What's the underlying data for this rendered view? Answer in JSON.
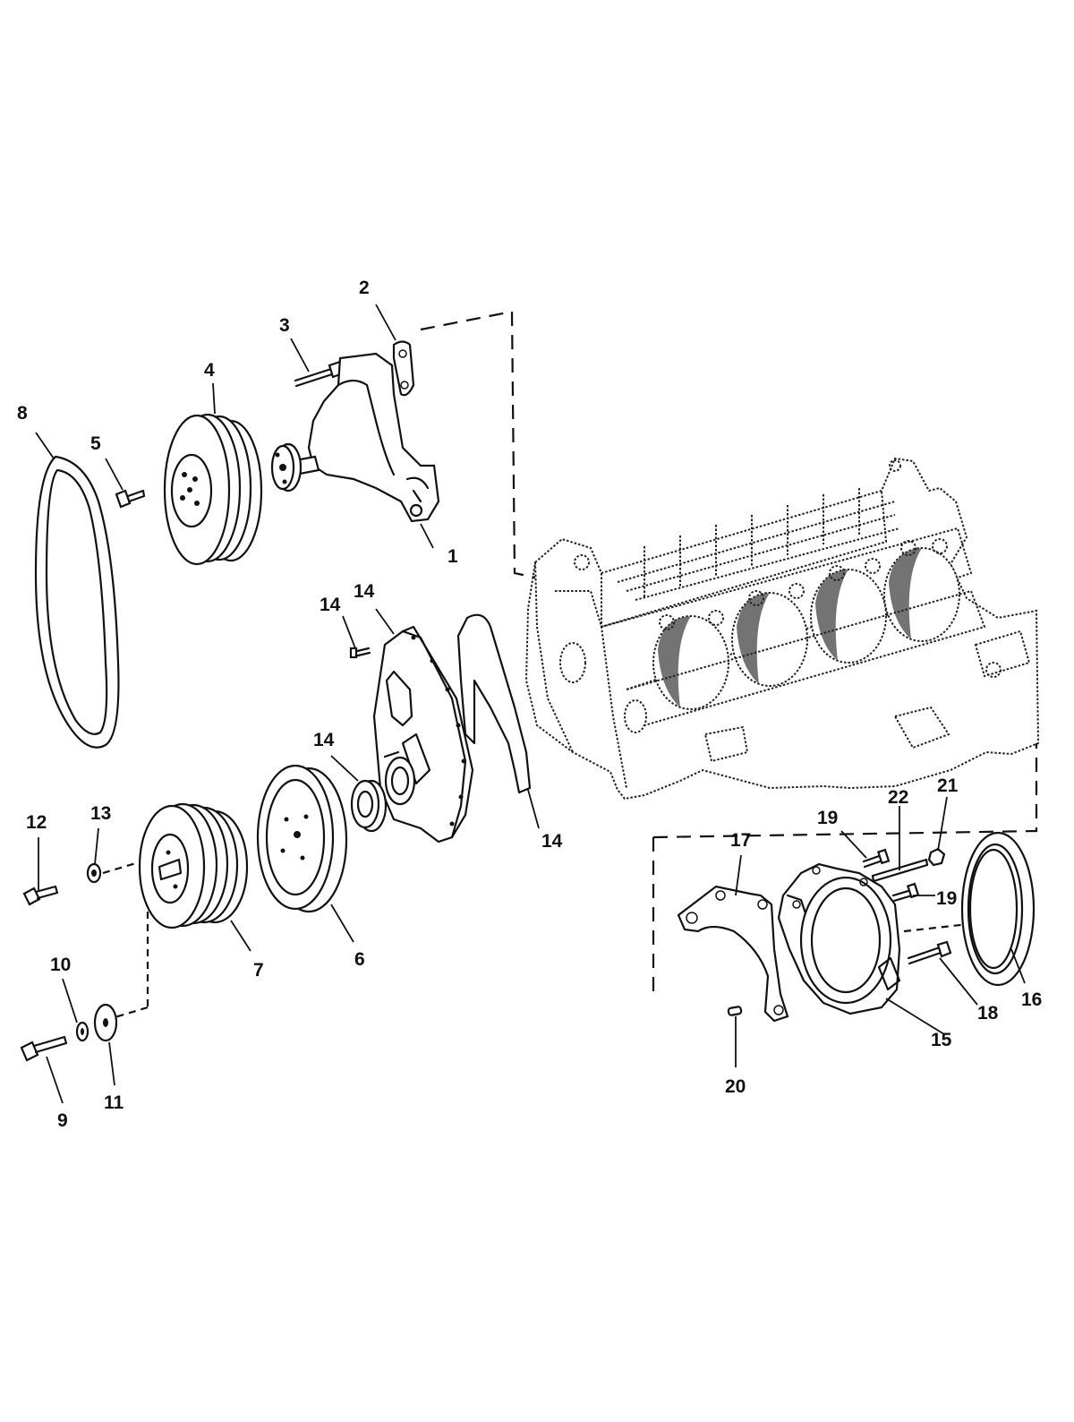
{
  "callouts": {
    "c1": "1",
    "c2": "2",
    "c3": "3",
    "c4": "4",
    "c5": "5",
    "c6": "6",
    "c7": "7",
    "c8": "8",
    "c9": "9",
    "c10": "10",
    "c11": "11",
    "c12": "12",
    "c13": "13",
    "c14a": "14",
    "c14b": "14",
    "c14c": "14",
    "c14d": "14",
    "c15": "15",
    "c16": "16",
    "c17": "17",
    "c18": "18",
    "c19a": "19",
    "c19b": "19",
    "c20": "20",
    "c21": "21",
    "c22": "22"
  },
  "icons": {
    "engine_block": "engine-block-icon",
    "water_pump": "water-pump-icon",
    "belt": "belt-icon",
    "pulley": "pulley-icon",
    "balancer": "harmonic-balancer-icon",
    "timing_cover": "timing-cover-icon",
    "seal_retainer": "seal-retainer-icon"
  }
}
